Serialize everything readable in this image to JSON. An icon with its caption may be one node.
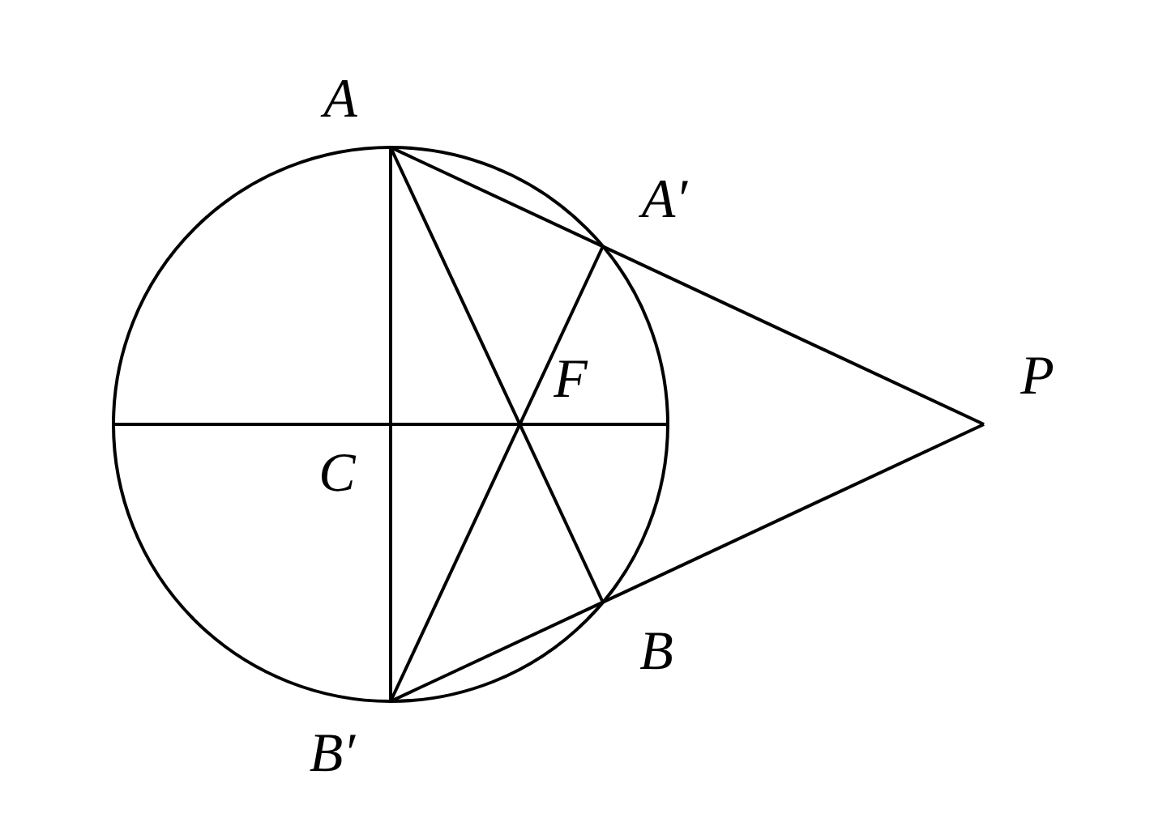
{
  "diagram": {
    "labels": [
      "A",
      "A′",
      "F",
      "P",
      "C",
      "B",
      "B′"
    ]
  }
}
